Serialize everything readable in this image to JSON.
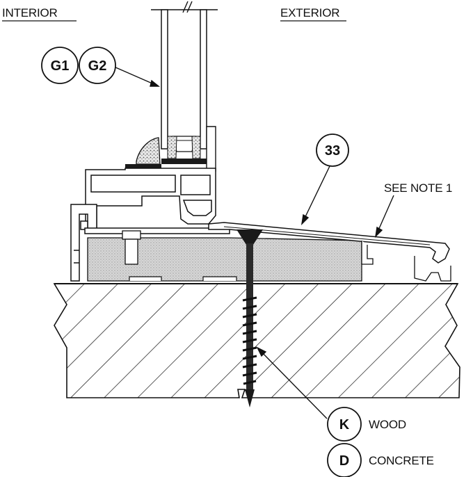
{
  "header": {
    "interior_label": "INTERIOR",
    "exterior_label": "EXTERIOR"
  },
  "callouts": {
    "glass_tag_1": "G1",
    "glass_tag_2": "G2",
    "part_tag": "33",
    "note_text": "SEE NOTE 1"
  },
  "legend": {
    "items": [
      {
        "tag": "K",
        "text": "WOOD"
      },
      {
        "tag": "D",
        "text": "CONCRETE"
      }
    ]
  },
  "colors": {
    "line": "#111111",
    "fill_gray": "#cfcfcf",
    "dark_fill": "#1a1a1a",
    "background": "#ffffff"
  }
}
